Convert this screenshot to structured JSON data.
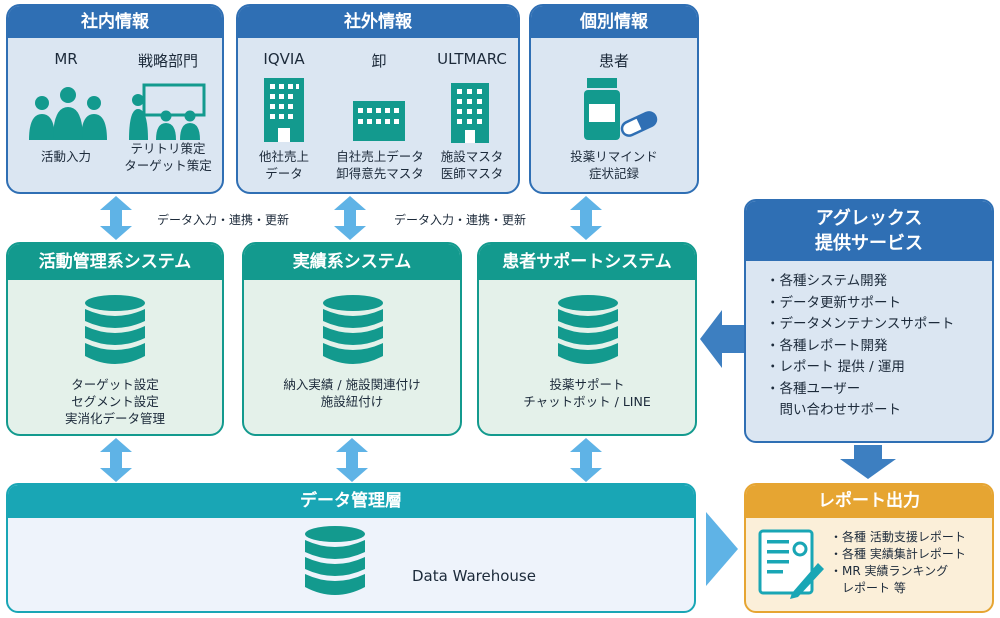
{
  "internal": {
    "title": "社内情報",
    "col1": {
      "heading": "MR",
      "icon": "people-group-icon",
      "caption_lines": [
        "活動入力"
      ]
    },
    "col2": {
      "heading": "戦略部門",
      "icon": "presentation-icon",
      "caption_lines": [
        "テリトリ策定",
        "ターゲット策定"
      ]
    }
  },
  "external": {
    "title": "社外情報",
    "col1": {
      "heading": "IQVIA",
      "icon": "office-building-icon",
      "caption_lines": [
        "他社売上",
        "データ"
      ]
    },
    "col2": {
      "heading": "卸",
      "icon": "warehouse-icon",
      "caption_lines": [
        "自社売上データ",
        "卸得意先マスタ"
      ]
    },
    "col3": {
      "heading": "ULTMARC",
      "icon": "hospital-building-icon",
      "caption_lines": [
        "施設マスタ",
        "医師マスタ"
      ]
    }
  },
  "individual": {
    "title": "個別情報",
    "col1": {
      "heading": "患者",
      "icon": "medicine-bottle-icon",
      "caption_lines": [
        "投薬リマインド",
        "症状記録"
      ]
    }
  },
  "flow_note": "データ入力・連携・更新",
  "systems": [
    {
      "title": "活動管理系システム",
      "icon": "database-icon",
      "caption_lines": [
        "ターゲット設定",
        "セグメント設定",
        "実消化データ管理"
      ]
    },
    {
      "title": "実績系システム",
      "icon": "database-icon",
      "caption_lines": [
        "納入実績 / 施設関連付け",
        "施設紐付け"
      ]
    },
    {
      "title": "患者サポートシステム",
      "icon": "database-icon",
      "caption_lines": [
        "投薬サポート",
        "チャットボット / LINE"
      ]
    }
  ],
  "data_layer": {
    "title": "データ管理層",
    "icon": "database-icon",
    "label": "Data Warehouse"
  },
  "services": {
    "title_lines": [
      "アグレックス",
      "提供サービス"
    ],
    "items": [
      "・各種システム開発",
      "・データ更新サポート",
      "・データメンテナンスサポート",
      "・各種レポート開発",
      "・レポート 提供 / 運用",
      "・各種ユーザー",
      "　問い合わせサポート"
    ]
  },
  "report": {
    "title": "レポート出力",
    "icon": "report-document-icon",
    "items": [
      "・各種 活動支援レポート",
      "・各種 実績集計レポート",
      "・MR 実績ランキング",
      "　レポート 等"
    ]
  },
  "colors": {
    "blue": "#2f6fb4",
    "blue_fill": "#dbe6f2",
    "teal": "#139a8e",
    "teal_fill": "#e4f1ea",
    "cyan_head": "#19a6b5",
    "arrow": "#5fb3e6",
    "orange": "#e6a532",
    "orange_fill": "#fbefd9"
  }
}
